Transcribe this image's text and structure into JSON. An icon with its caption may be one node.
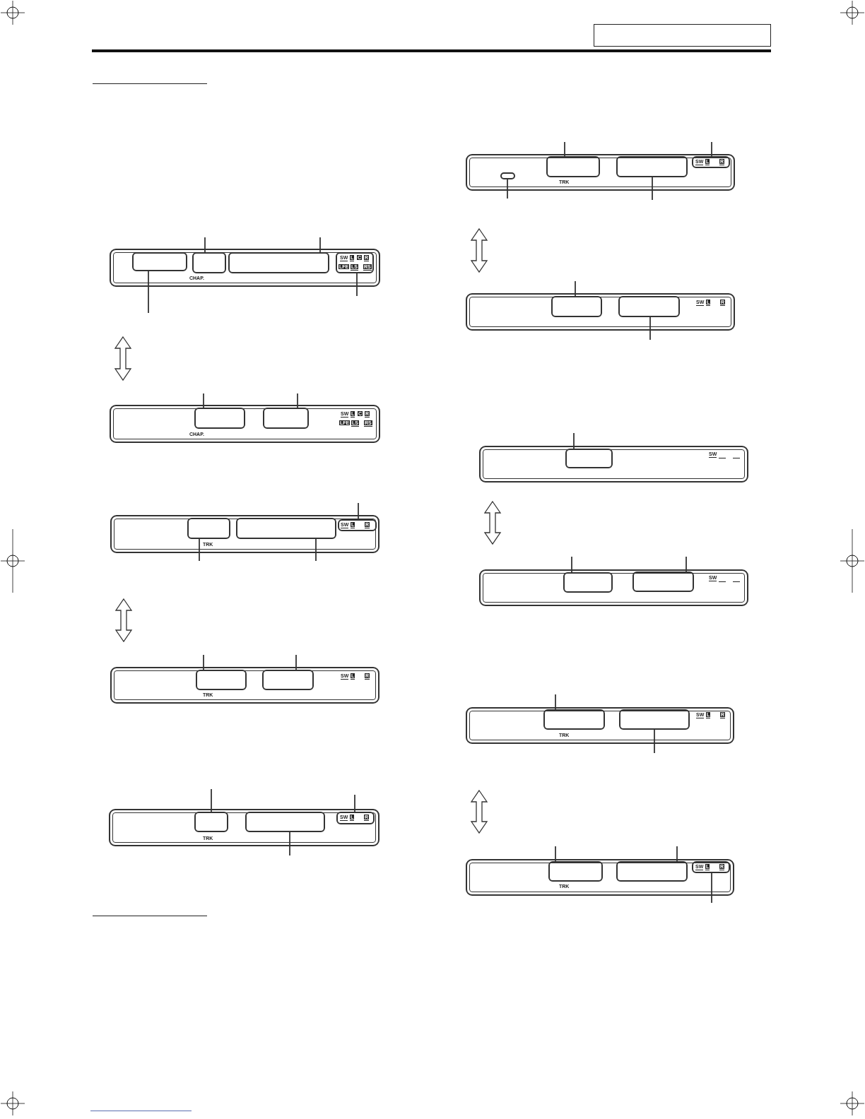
{
  "diagram": {
    "nodes": [
      {
        "text": [
          "CHAP."
        ]
      },
      {
        "text": [],
        "shape": "box",
        "in": 0
      },
      {
        "text": [],
        "shape": "box",
        "in": 0
      },
      {
        "text": [],
        "shape": "box",
        "in": 0
      },
      {
        "text": [
          "SW",
          "L",
          "C",
          "R",
          "LFE",
          "LS",
          "RS"
        ],
        "in": 0
      },
      {
        "text": [
          "SW",
          "L",
          "C",
          "R",
          "LFE",
          "LS",
          "RS",
          "CHAP."
        ]
      },
      {
        "text": [],
        "shape": "box",
        "in": 5
      },
      {
        "text": [],
        "shape": "box",
        "in": 5
      },
      {
        "text": [
          "TRK"
        ]
      },
      {
        "text": [],
        "shape": "box",
        "in": 8
      },
      {
        "text": [],
        "shape": "box",
        "in": 8
      },
      {
        "text": [
          "SW",
          "L",
          "R"
        ],
        "in": 8
      },
      {
        "text": [
          "SW",
          "L",
          "R",
          "TRK"
        ]
      },
      {
        "text": [],
        "shape": "box",
        "in": 12
      },
      {
        "text": [],
        "shape": "box",
        "in": 12
      },
      {
        "text": [
          "TRK"
        ]
      },
      {
        "text": [],
        "shape": "box",
        "in": 15
      },
      {
        "text": [],
        "shape": "box",
        "in": 15
      },
      {
        "text": [
          "SW",
          "L",
          "R"
        ],
        "in": 15
      },
      {
        "text": [
          "TRK"
        ]
      },
      {
        "text": [],
        "shape": "box",
        "in": 19
      },
      {
        "text": [],
        "shape": "box",
        "in": 19
      },
      {
        "text": [],
        "shape": "box",
        "in": 19
      },
      {
        "text": [
          "SW",
          "L",
          "R"
        ],
        "in": 19
      },
      {
        "text": [
          "SW",
          "L",
          "R"
        ]
      },
      {
        "text": [],
        "shape": "box",
        "in": 24
      },
      {
        "text": [],
        "shape": "box",
        "in": 24
      },
      {
        "text": [
          "SW"
        ]
      },
      {
        "text": [],
        "shape": "box",
        "in": 27
      },
      {
        "text": [
          "SW"
        ]
      },
      {
        "text": [],
        "shape": "box",
        "in": 29
      },
      {
        "text": [],
        "shape": "box",
        "in": 29
      },
      {
        "text": [
          "SW",
          "L",
          "R",
          "TRK"
        ]
      },
      {
        "text": [],
        "shape": "box",
        "in": 32
      },
      {
        "text": [],
        "shape": "box",
        "in": 32
      },
      {
        "text": [
          "TRK"
        ]
      },
      {
        "text": [],
        "shape": "box",
        "in": 35
      },
      {
        "text": [],
        "shape": "box",
        "in": 35
      },
      {
        "text": [
          "SW",
          "L",
          "R"
        ],
        "in": 35
      }
    ],
    "edges": [
      {
        "from": null,
        "to": 1,
        "arrow": "none"
      },
      {
        "from": null,
        "to": 2,
        "arrow": "none"
      },
      {
        "from": null,
        "to": 3,
        "arrow": "none"
      },
      {
        "from": null,
        "to": 4,
        "arrow": "none"
      },
      {
        "from": 0,
        "to": 5,
        "arrow": "both"
      },
      {
        "from": null,
        "to": 6,
        "arrow": "none"
      },
      {
        "from": null,
        "to": 7,
        "arrow": "none"
      },
      {
        "from": null,
        "to": 9,
        "arrow": "none"
      },
      {
        "from": null,
        "to": 10,
        "arrow": "none"
      },
      {
        "from": null,
        "to": 11,
        "arrow": "none"
      },
      {
        "from": 8,
        "to": 12,
        "arrow": "both"
      },
      {
        "from": null,
        "to": 13,
        "arrow": "none"
      },
      {
        "from": null,
        "to": 14,
        "arrow": "none"
      },
      {
        "from": null,
        "to": 16,
        "arrow": "none"
      },
      {
        "from": null,
        "to": 17,
        "arrow": "none"
      },
      {
        "from": null,
        "to": 18,
        "arrow": "none"
      },
      {
        "from": null,
        "to": 20,
        "arrow": "none"
      },
      {
        "from": null,
        "to": 21,
        "arrow": "none"
      },
      {
        "from": null,
        "to": 22,
        "arrow": "none"
      },
      {
        "from": null,
        "to": 23,
        "arrow": "none"
      },
      {
        "from": 19,
        "to": 24,
        "arrow": "both"
      },
      {
        "from": null,
        "to": 25,
        "arrow": "none"
      },
      {
        "from": null,
        "to": 26,
        "arrow": "none"
      },
      {
        "from": null,
        "to": 28,
        "arrow": "none"
      },
      {
        "from": 27,
        "to": 29,
        "arrow": "both"
      },
      {
        "from": null,
        "to": 30,
        "arrow": "none"
      },
      {
        "from": null,
        "to": 31,
        "arrow": "none"
      },
      {
        "from": null,
        "to": 33,
        "arrow": "none"
      },
      {
        "from": null,
        "to": 34,
        "arrow": "none"
      },
      {
        "from": 32,
        "to": 35,
        "arrow": "both"
      },
      {
        "from": null,
        "to": 36,
        "arrow": "none"
      },
      {
        "from": null,
        "to": 37,
        "arrow": "none"
      },
      {
        "from": null,
        "to": 38,
        "arrow": "none"
      }
    ]
  }
}
